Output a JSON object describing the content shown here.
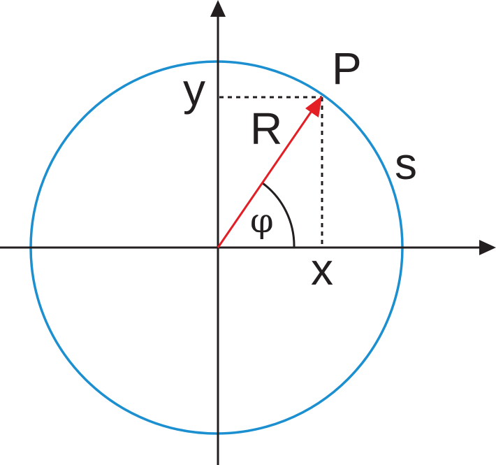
{
  "labels": {
    "point": "P",
    "radius": "R",
    "arc": "s",
    "x": "x",
    "y": "y",
    "angle": "φ"
  },
  "colors": {
    "axes": "#231f20",
    "circle": "#1b8fcf",
    "radius_vector": "#e31e24",
    "guides": "#231f20"
  },
  "icons": {
    "x_axis_arrow": "arrowhead-right",
    "y_axis_arrow": "arrowhead-up",
    "radius_arrow": "arrowhead"
  }
}
